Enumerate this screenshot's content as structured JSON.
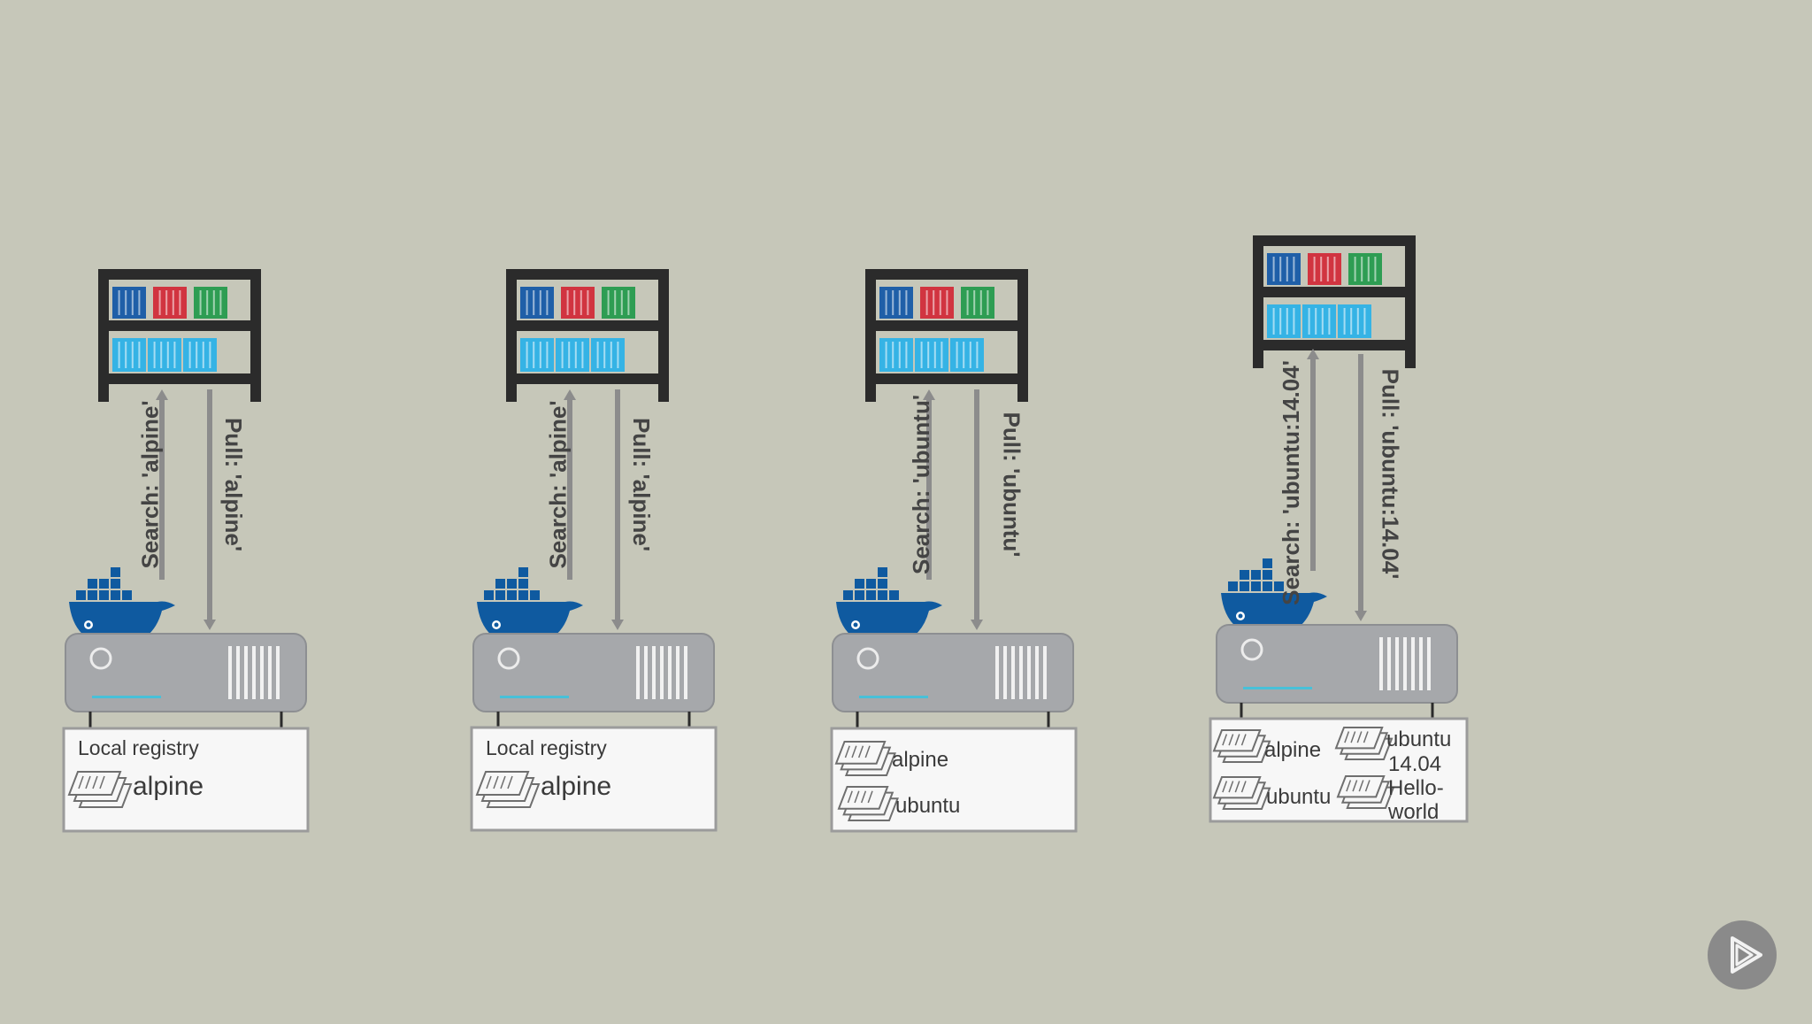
{
  "colors": {
    "background": "#c6c7b9",
    "shelf": "#2b2b2b",
    "container_blue": "#1f5fa8",
    "container_red": "#d13440",
    "container_green": "#2e9d53",
    "container_lightblue": "#35b3e5",
    "docker_blue": "#0f5aa0",
    "server_gray": "#a6a8ab",
    "arrow_gray": "#8c8c8c",
    "accent_teal": "#48c0d8"
  },
  "icons": [
    "registry-shelf-icon",
    "docker-whale-icon",
    "server-icon",
    "image-layers-icon",
    "play-icon"
  ],
  "panels": [
    {
      "search_label": "Search: 'alpine'",
      "pull_label": "Pull: 'alpine'",
      "box_title": "Local registry",
      "images": [
        "alpine"
      ]
    },
    {
      "search_label": "Search: 'alpine'",
      "pull_label": "Pull: 'alpine'",
      "box_title": "Local registry",
      "images": [
        "alpine"
      ]
    },
    {
      "search_label": "Search: 'ubuntu'",
      "pull_label": "Pull: 'ubuntu'",
      "images": [
        "alpine",
        "ubuntu"
      ]
    },
    {
      "search_label": "Search: 'ubuntu:14.04'",
      "pull_label": "Pull: 'ubuntu:14.04'",
      "images": [
        "alpine",
        "ubuntu",
        "ubuntu 14.04",
        "Hello-world"
      ],
      "image_lines": {
        "ubuntu_tag_line1": "ubuntu",
        "ubuntu_tag_line2": "14.04",
        "hello_line1": "Hello-",
        "hello_line2": "world"
      }
    }
  ]
}
